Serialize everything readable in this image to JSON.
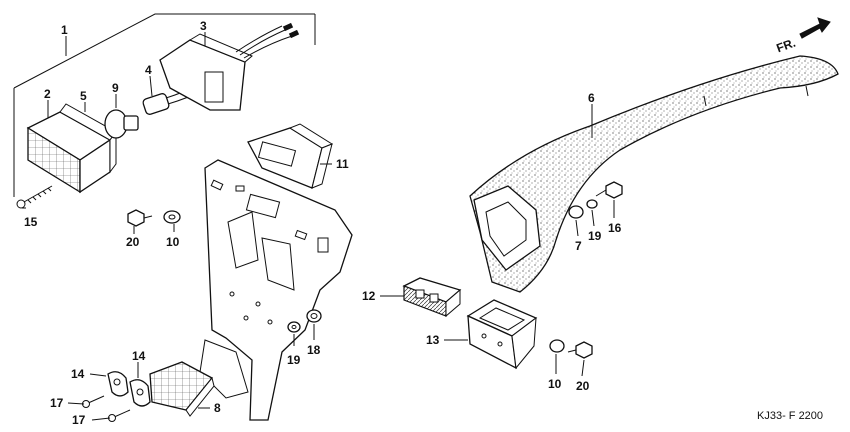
{
  "diagram_code": "KJ33- F 2200",
  "direction_label": "FR.",
  "callouts": {
    "c1": "1",
    "c2": "2",
    "c3": "3",
    "c4": "4",
    "c5": "5",
    "c6": "6",
    "c7": "7",
    "c8": "8",
    "c9": "9",
    "c10a": "10",
    "c10b": "10",
    "c11": "11",
    "c12": "12",
    "c13": "13",
    "c14a": "14",
    "c14b": "14",
    "c15": "15",
    "c16": "16",
    "c17a": "17",
    "c17b": "17",
    "c18": "18",
    "c19a": "19",
    "c19b": "19",
    "c20a": "20",
    "c20b": "20"
  }
}
